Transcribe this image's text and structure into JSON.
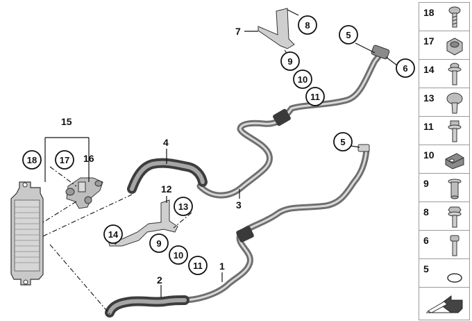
{
  "callouts": {
    "c1": "1",
    "c2": "2",
    "c3": "3",
    "c4": "4",
    "c5a": "5",
    "c5b": "5",
    "c6": "6",
    "c7": "7",
    "c8": "8",
    "c9a": "9",
    "c9b": "9",
    "c10a": "10",
    "c10b": "10",
    "c11a": "11",
    "c11b": "11",
    "c12": "12",
    "c13": "13",
    "c14": "14",
    "c15": "15",
    "c16": "16",
    "c17": "17",
    "c18": "18"
  },
  "legend": [
    {
      "number": "18",
      "icon": "screw-icon"
    },
    {
      "number": "17",
      "icon": "hex-nut-icon"
    },
    {
      "number": "14",
      "icon": "collar-bolt-icon"
    },
    {
      "number": "13",
      "icon": "expanding-rivet-icon"
    },
    {
      "number": "11",
      "icon": "flange-bolt-icon"
    },
    {
      "number": "10",
      "icon": "clip-nut-icon"
    },
    {
      "number": "9",
      "icon": "spacer-sleeve-icon"
    },
    {
      "number": "8",
      "icon": "hex-flange-bolt-icon"
    },
    {
      "number": "6",
      "icon": "bolt-icon"
    },
    {
      "number": "5",
      "icon": "o-ring-icon"
    },
    {
      "number": "",
      "icon": "page-reference-arrow-icon"
    }
  ],
  "colors": {
    "line": "#111111",
    "pipe": "#6f6f6f",
    "pipe_highlight": "#d9d9d9",
    "hose": "#3d3d3d",
    "part_fill": "#bdbdbd"
  }
}
